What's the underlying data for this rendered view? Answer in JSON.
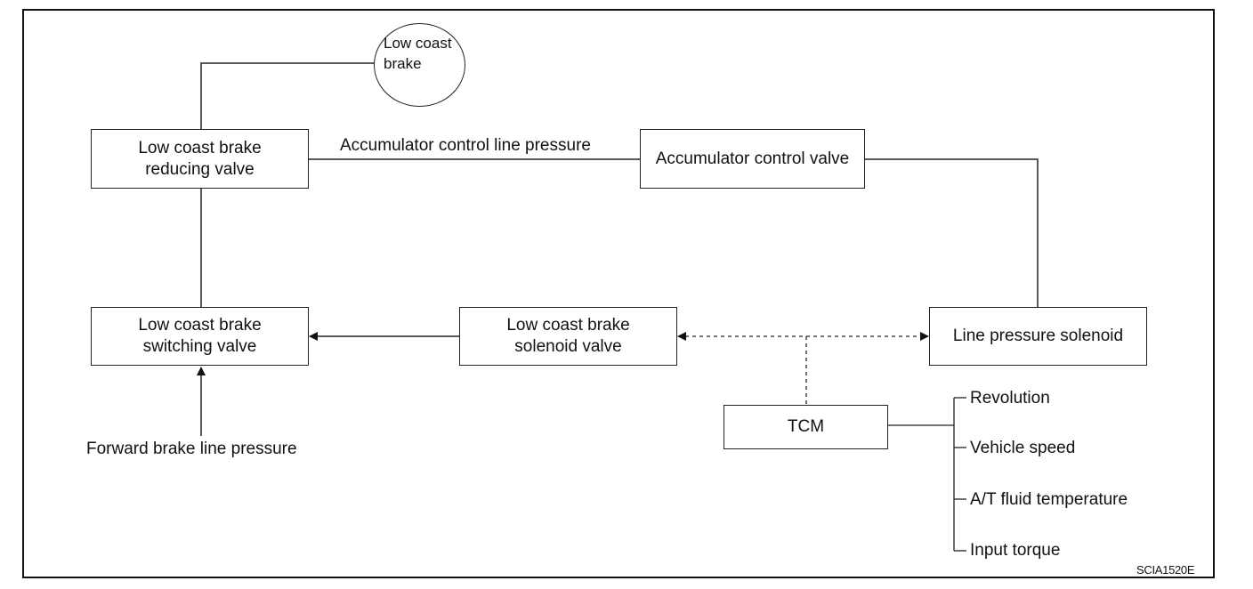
{
  "nodes": {
    "low_coast_brake": "Low coast\nbrake",
    "reducing_valve": "Low coast brake\nreducing valve",
    "accumulator_control_valve": "Accumulator control valve",
    "switching_valve": "Low coast brake\nswitching valve",
    "solenoid_valve": "Low coast brake\nsolenoid valve",
    "line_pressure_solenoid": "Line pressure solenoid",
    "tcm": "TCM"
  },
  "labels": {
    "accumulator_line_pressure": "Accumulator control line pressure",
    "forward_brake_line_pressure": "Forward brake line pressure"
  },
  "tcm_inputs": [
    "Revolution",
    "Vehicle speed",
    "A/T fluid temperature",
    "Input torque"
  ],
  "figure_code": "SCIA1520E"
}
